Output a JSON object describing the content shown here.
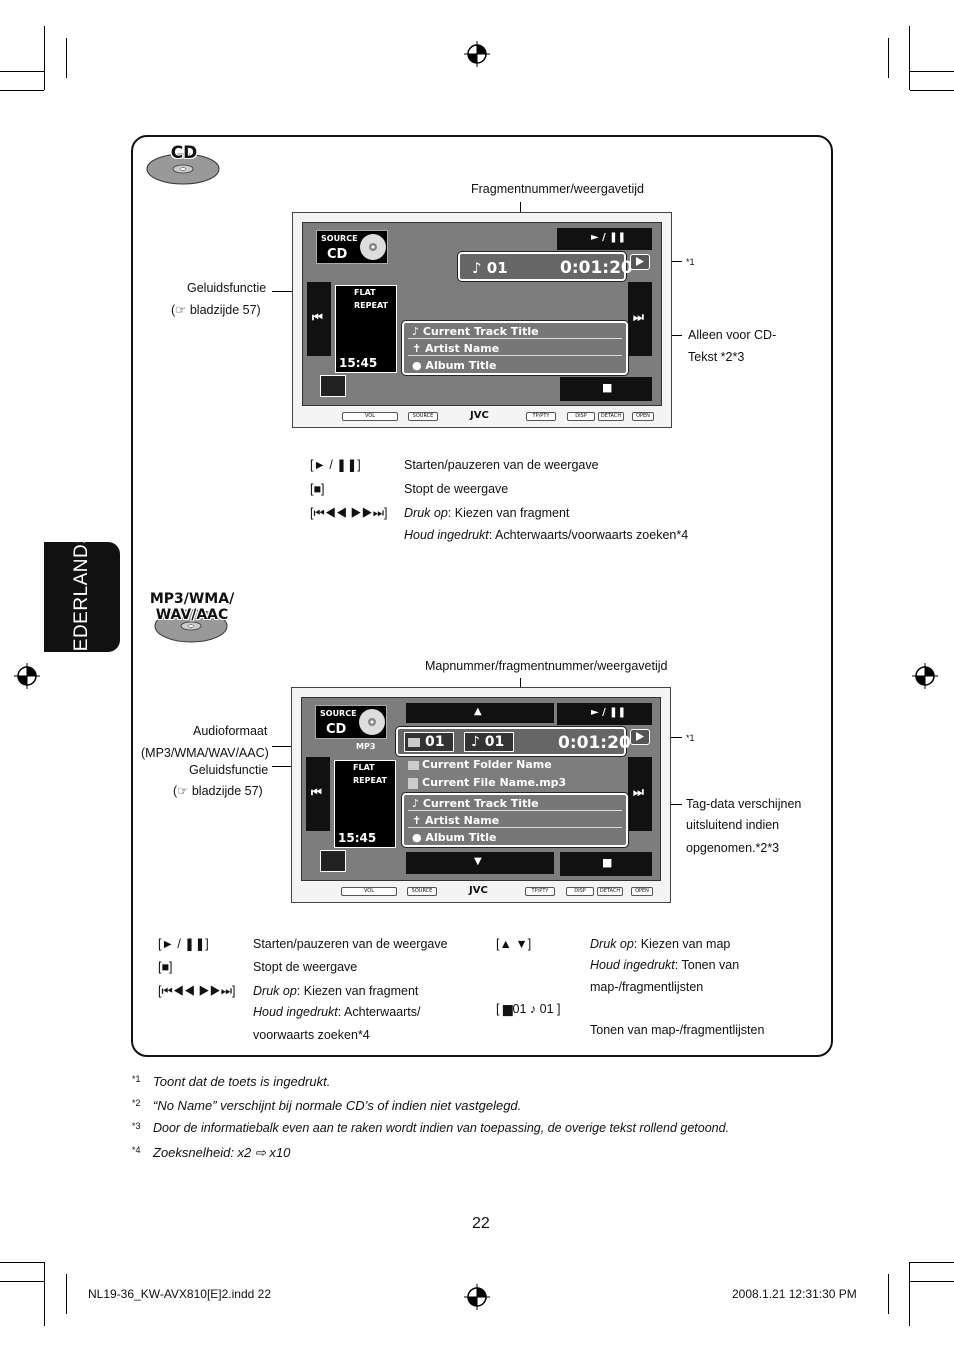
{
  "side_tab": "NEDERLANDS",
  "page_number": "22",
  "slug": {
    "file": "NL19-36_KW-AVX810[E]2.indd   22",
    "date": "2008.1.21   12:31:30 PM"
  },
  "cd_section": {
    "disc_label": "CD",
    "top_callout": "Fragmentnummer/weergavetijd",
    "left_callout_1": "Geluidsfunctie",
    "left_callout_2": "(☞ bladzijde 57)",
    "right_callout_1": "*1",
    "right_callout_2a": "Alleen voor CD-",
    "right_callout_2b": "Tekst *2*3",
    "screen": {
      "source": "SOURCE",
      "source_name": "CD",
      "sound_1": "FLAT",
      "sound_2": "REPEAT",
      "clock": "15:45",
      "play_pause": "► / ❚❚",
      "track": "♪ 01",
      "time": "0:01:20",
      "rows": [
        "♪ Current Track Title",
        "✝ Artist Name",
        "● Album Title"
      ],
      "stop": "■",
      "prev": "⏮",
      "next": "⏭",
      "btn_source": "SOURCE",
      "btn_tp": "TP/PTY",
      "btn_disp": "DISP",
      "btn_detach": "DETACH",
      "btn_open": "OPEN",
      "btn_vol": "VOL",
      "brand": "JVC"
    },
    "controls": [
      {
        "key": "[► / ❚❚]",
        "desc": "Starten/pauzeren van de weergave"
      },
      {
        "key": "[■]",
        "desc": "Stopt de weergave"
      },
      {
        "key": "[⏮◀◀ ▶▶⏭]",
        "desc_em": "Druk op",
        "desc": ": Kiezen van fragment"
      },
      {
        "key": "",
        "desc_em": "Houd ingedrukt",
        "desc": ": Achterwaarts/voorwaarts zoeken*4"
      }
    ]
  },
  "mp3_section": {
    "disc_label_1": "MP3/WMA/",
    "disc_label_2": "WAV/AAC",
    "top_callout": "Mapnummer/fragmentnummer/weergavetijd",
    "left_callout_1": "Audioformaat",
    "left_callout_2": "(MP3/WMA/WAV/AAC)",
    "left_callout_3": "Geluidsfunctie",
    "left_callout_4": "(☞ bladzijde 57)",
    "right_callout_1": "*1",
    "right_callout_2a": "Tag-data verschijnen",
    "right_callout_2b": "uitsluitend indien",
    "right_callout_2c": "opgenomen.*2*3",
    "screen": {
      "source": "SOURCE",
      "source_name": "CD",
      "format": "MP3",
      "sound_1": "FLAT",
      "sound_2": "REPEAT",
      "clock": "15:45",
      "folder": "01",
      "track": "♪ 01",
      "time": "0:01:20",
      "folder_name": "Current Folder Name",
      "file_name": "Current File Name.mp3",
      "rows": [
        "♪ Current Track Title",
        "✝ Artist Name",
        "● Album Title"
      ],
      "up": "▲",
      "down": "▼",
      "stop": "■",
      "play_pause": "► / ❚❚"
    },
    "controls_left": [
      {
        "key": "[► / ❚❚]",
        "desc": "Starten/pauzeren van de weergave"
      },
      {
        "key": "[■]",
        "desc": "Stopt de weergave"
      },
      {
        "key": "[⏮◀◀ ▶▶⏭]",
        "desc_em": "Druk op",
        "desc": ": Kiezen van fragment"
      },
      {
        "key": "",
        "desc_em": "Houd ingedrukt",
        "desc": ": Achterwaarts/"
      },
      {
        "key": "",
        "desc": "voorwaarts zoeken*4"
      }
    ],
    "controls_right": [
      {
        "key": "[▲ ▼]",
        "desc_em": "Druk op",
        "desc": ": Kiezen van map"
      },
      {
        "key": "",
        "desc_em": "Houd ingedrukt",
        "desc": ": Tonen van"
      },
      {
        "key": "",
        "desc": "map-/fragmentlijsten"
      },
      {
        "key": "[ ▆01  ♪ 01 ]",
        "desc": ""
      },
      {
        "key": "",
        "desc": "Tonen van map-/fragmentlijsten"
      }
    ]
  },
  "footnotes": [
    {
      "mark": "*1",
      "text": "Toont dat de toets is ingedrukt."
    },
    {
      "mark": "*2",
      "text": "“No Name” verschijnt bij normale CD’s of indien niet vastgelegd."
    },
    {
      "mark": "*3",
      "text": "Door de informatiebalk even aan te raken wordt indien van toepassing, de overige tekst rollend getoond."
    },
    {
      "mark": "*4",
      "text": "Zoeksnelheid: x2 ⇨ x10"
    }
  ]
}
